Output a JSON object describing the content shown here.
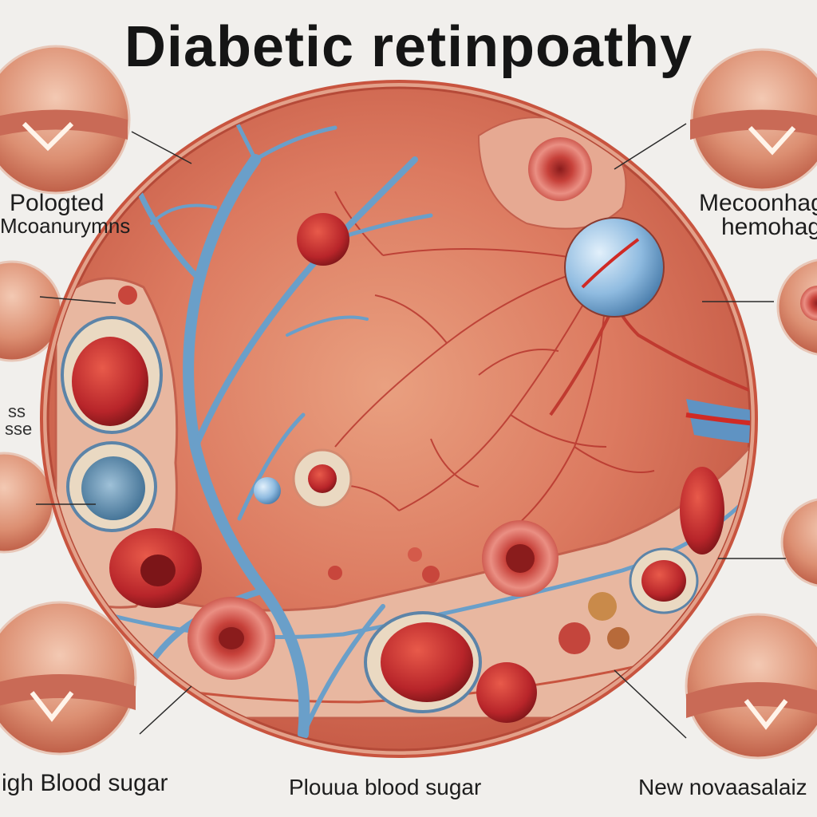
{
  "title": "Diabetic retinpoathy",
  "labels": {
    "top_left_line1": "Pologted",
    "top_left_line2": "Mcoanurymns",
    "mid_left_line1": "ss",
    "mid_left_line2": "sse",
    "top_right_line1": "Mecoonhag",
    "top_right_line2": "hemohag",
    "bottom_left": "igh Blood sugar",
    "bottom_center": "Plouua blood sugar",
    "bottom_right": "New novaasalaiz"
  },
  "colors": {
    "background": "#f1efec",
    "retina": "#d86a57",
    "vein": "#6a9fc9",
    "artery": "#c02a22",
    "tissue": "#e7b49d",
    "rim": "#c8543f"
  },
  "icons": [
    "magnified-tissue-circle",
    "microaneurysm",
    "hemorrhage-blot",
    "blood-vessel-branch"
  ]
}
